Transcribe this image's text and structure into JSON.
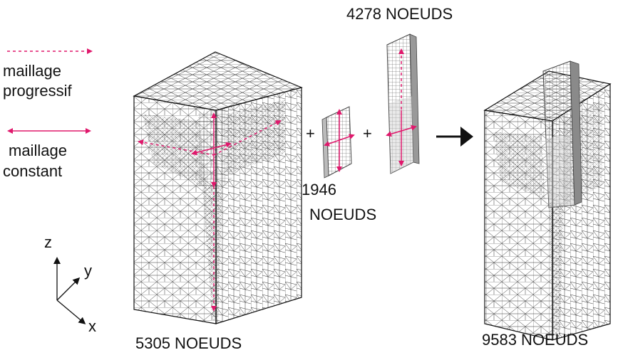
{
  "legend": {
    "progressive_label_1": "maillage",
    "progressive_label_2": "progressif",
    "constant_label_1": "maillage",
    "constant_label_2": "constant"
  },
  "axes": {
    "z": "z",
    "y": "y",
    "x": "x"
  },
  "meshes": {
    "base_count": "5305 NOEUDS",
    "small_count_line1": "1946",
    "small_count_line2": "NOEUDS",
    "large_count": "4278 NOEUDS",
    "result_count": "9583 NOEUDS"
  },
  "operators": {
    "plus_1": "+",
    "plus_2": "+"
  },
  "colors": {
    "arrow_magenta": "#e0186c",
    "mesh_line": "#222222"
  }
}
